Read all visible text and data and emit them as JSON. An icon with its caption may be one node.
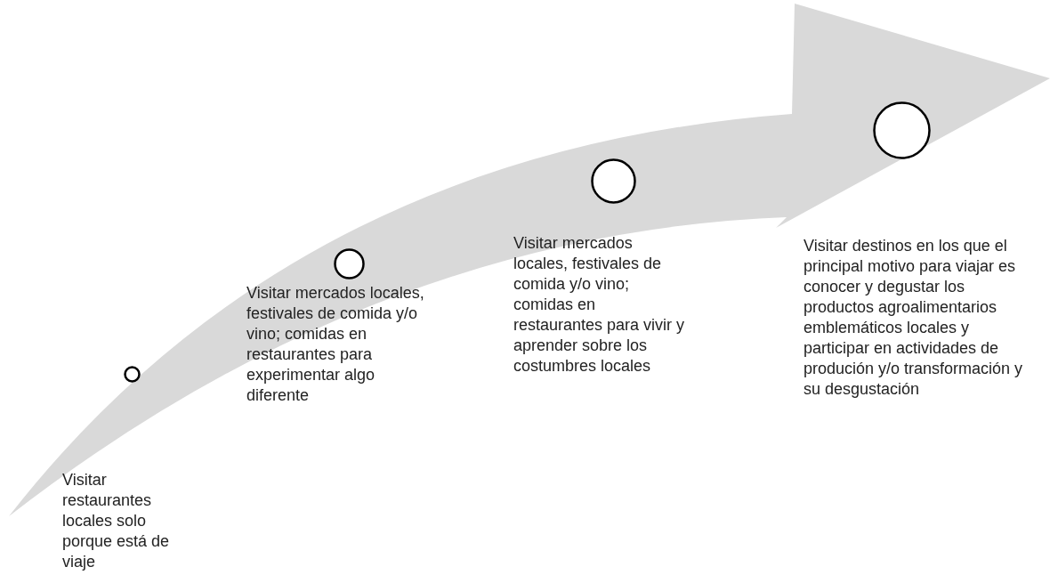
{
  "diagram": {
    "nodes": [
      {
        "text": [],
        "shape": "circle"
      },
      {
        "text": [],
        "shape": "circle"
      },
      {
        "text": [],
        "shape": "circle"
      },
      {
        "text": [],
        "shape": "circle"
      }
    ],
    "labels": [
      "Visitar restaurantes locales solo porque está de viaje",
      "Visitar mercados locales, festivales de comida y/o vino; comidas en restaurantes para experimentar algo diferente",
      "Visitar mercados locales, festivales de comida y/o vino; comidas en restaurantes para vivir y aprender sobre los costumbres locales",
      "Visitar destinos en los que el principal motivo para viajar es conocer y degustar los productos agroalimentarios emblemáticos locales y participar en actividades de produción y/o transformación y su desgustación"
    ]
  }
}
